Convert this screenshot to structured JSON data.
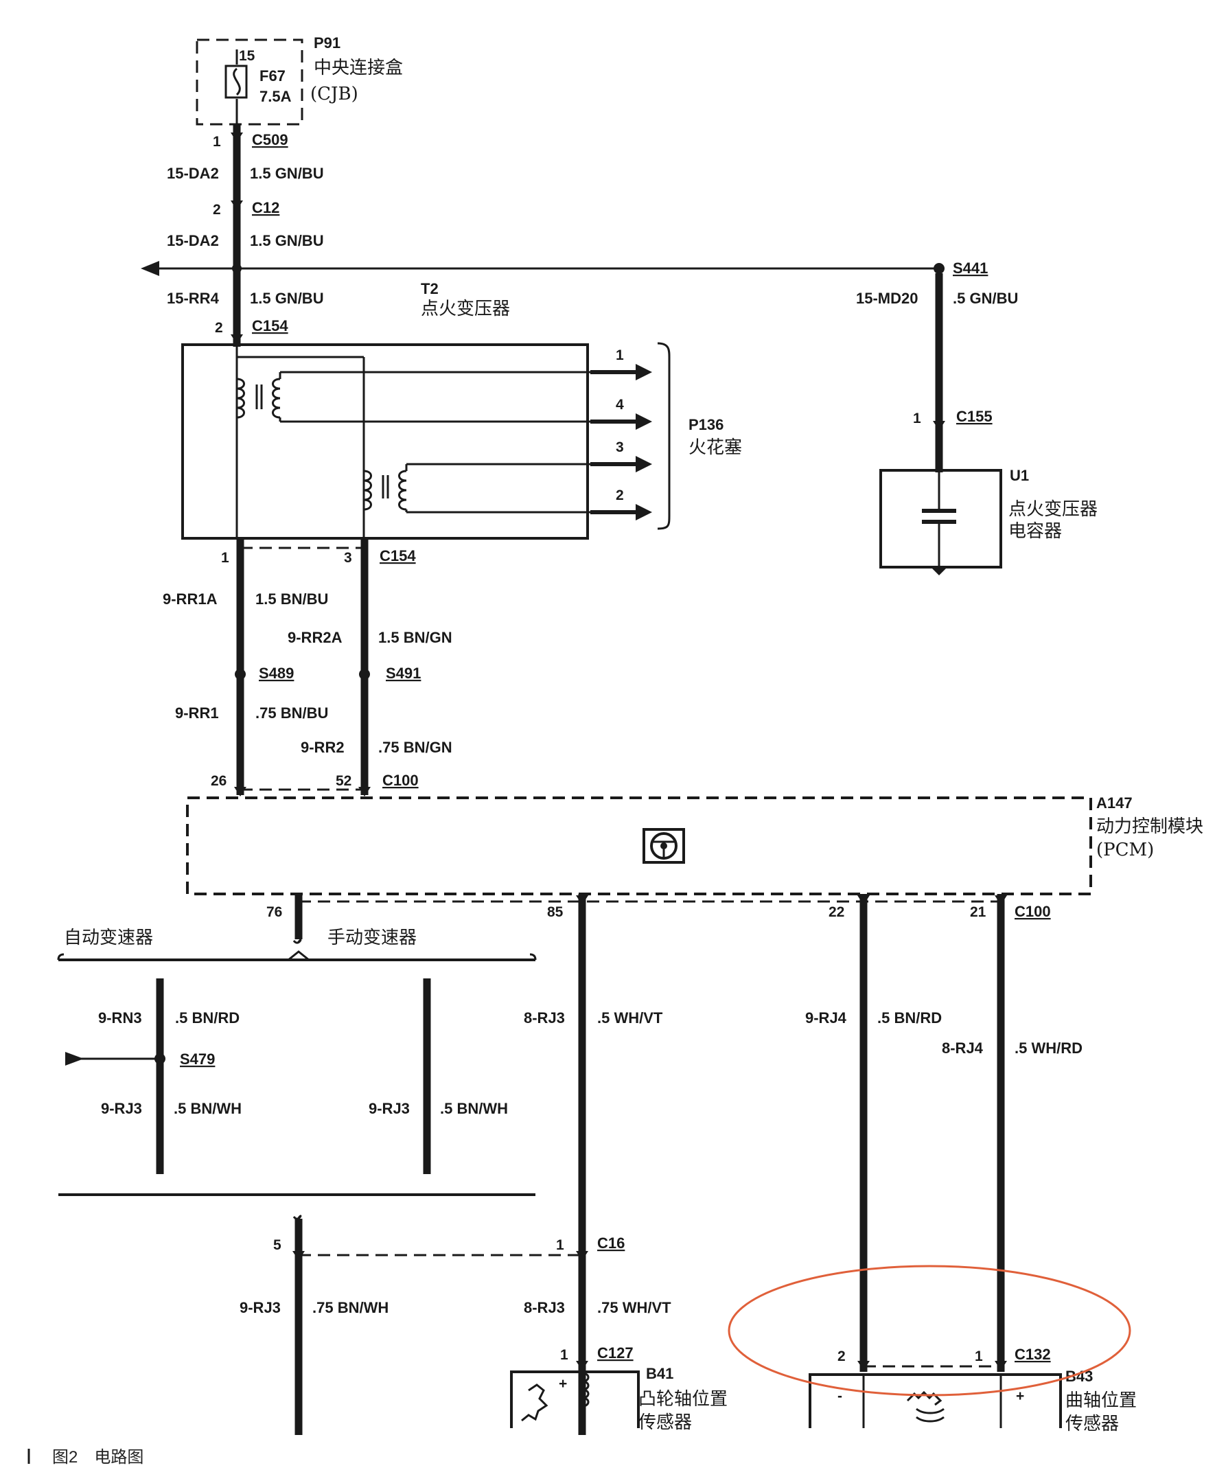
{
  "p91": {
    "id": "P91",
    "name": "中央连接盒",
    "abbr": "(CJB)",
    "fuse_pin": "15",
    "fuse_id": "F67",
    "fuse_rating": "7.5A"
  },
  "c509": {
    "pin": "1",
    "id": "C509"
  },
  "w1": {
    "circuit": "15-DA2",
    "spec": "1.5 GN/BU"
  },
  "c12": {
    "pin": "2",
    "id": "C12"
  },
  "w2": {
    "circuit": "15-DA2",
    "spec": "1.5 GN/BU"
  },
  "s441": {
    "id": "S441",
    "circuit": "15-MD20",
    "spec": ".5 GN/BU"
  },
  "w3": {
    "circuit": "15-RR4",
    "spec": "1.5 GN/BU"
  },
  "t2": {
    "id": "T2",
    "name": "点火变压器",
    "c154_top_pin": "2",
    "c154": "C154"
  },
  "p136": {
    "id": "P136",
    "name": "火花塞",
    "outputs": [
      "1",
      "4",
      "3",
      "2"
    ]
  },
  "c155": {
    "pin": "1",
    "id": "C155"
  },
  "u1": {
    "id": "U1",
    "name_line1": "点火变压器",
    "name_line2": "电容器"
  },
  "c154_bottom": {
    "pin_left": "1",
    "pin_right": "3",
    "id": "C154"
  },
  "w_rr1a": {
    "circuit": "9-RR1A",
    "spec": "1.5 BN/BU"
  },
  "w_rr2a": {
    "circuit": "9-RR2A",
    "spec": "1.5 BN/GN"
  },
  "s489": {
    "id": "S489"
  },
  "s491": {
    "id": "S491"
  },
  "w_rr1": {
    "circuit": "9-RR1",
    "spec": ".75 BN/BU"
  },
  "w_rr2": {
    "circuit": "9-RR2",
    "spec": ".75 BN/GN"
  },
  "c100_top": {
    "pin_left": "26",
    "pin_right": "52",
    "id": "C100"
  },
  "a147": {
    "id": "A147",
    "name": "动力控制模块",
    "abbr": "(PCM)"
  },
  "c100_bottom": {
    "pins": [
      "76",
      "85",
      "22",
      "21"
    ],
    "id": "C100"
  },
  "trans": {
    "auto": "自动变速器",
    "manual": "手动变速器"
  },
  "w_rn3": {
    "circuit": "9-RN3",
    "spec": ".5 BN/RD"
  },
  "s479": {
    "id": "S479"
  },
  "w_rj3_auto": {
    "circuit": "9-RJ3",
    "spec": ".5 BN/WH"
  },
  "w_rj3_man": {
    "circuit": "9-RJ3",
    "spec": ".5 BN/WH"
  },
  "w_8rj3": {
    "circuit": "8-RJ3",
    "spec": ".5 WH/VT"
  },
  "w_9rj4": {
    "circuit": "9-RJ4",
    "spec": ".5 BN/RD"
  },
  "w_8rj4": {
    "circuit": "8-RJ4",
    "spec": ".5 WH/RD"
  },
  "c16": {
    "pin_left": "5",
    "pin_right": "1",
    "id": "C16"
  },
  "w_rj3_low": {
    "circuit": "9-RJ3",
    "spec": ".75  BN/WH"
  },
  "w_8rj3_low": {
    "circuit": "8-RJ3",
    "spec": ".75 WH/VT"
  },
  "c127": {
    "pin": "1",
    "id": "C127"
  },
  "b41": {
    "id": "B41",
    "name_line1": "凸轮轴位置",
    "name_line2": "传感器"
  },
  "c132": {
    "pin_left": "2",
    "pin_right": "1",
    "id": "C132"
  },
  "b43": {
    "id": "B43",
    "name_line1": "曲轴位置",
    "name_line2": "传感器"
  },
  "caption": {
    "text": "图2　电路图"
  },
  "colors": {
    "wire": "#1a1a1a",
    "highlight": "#e0603a"
  }
}
